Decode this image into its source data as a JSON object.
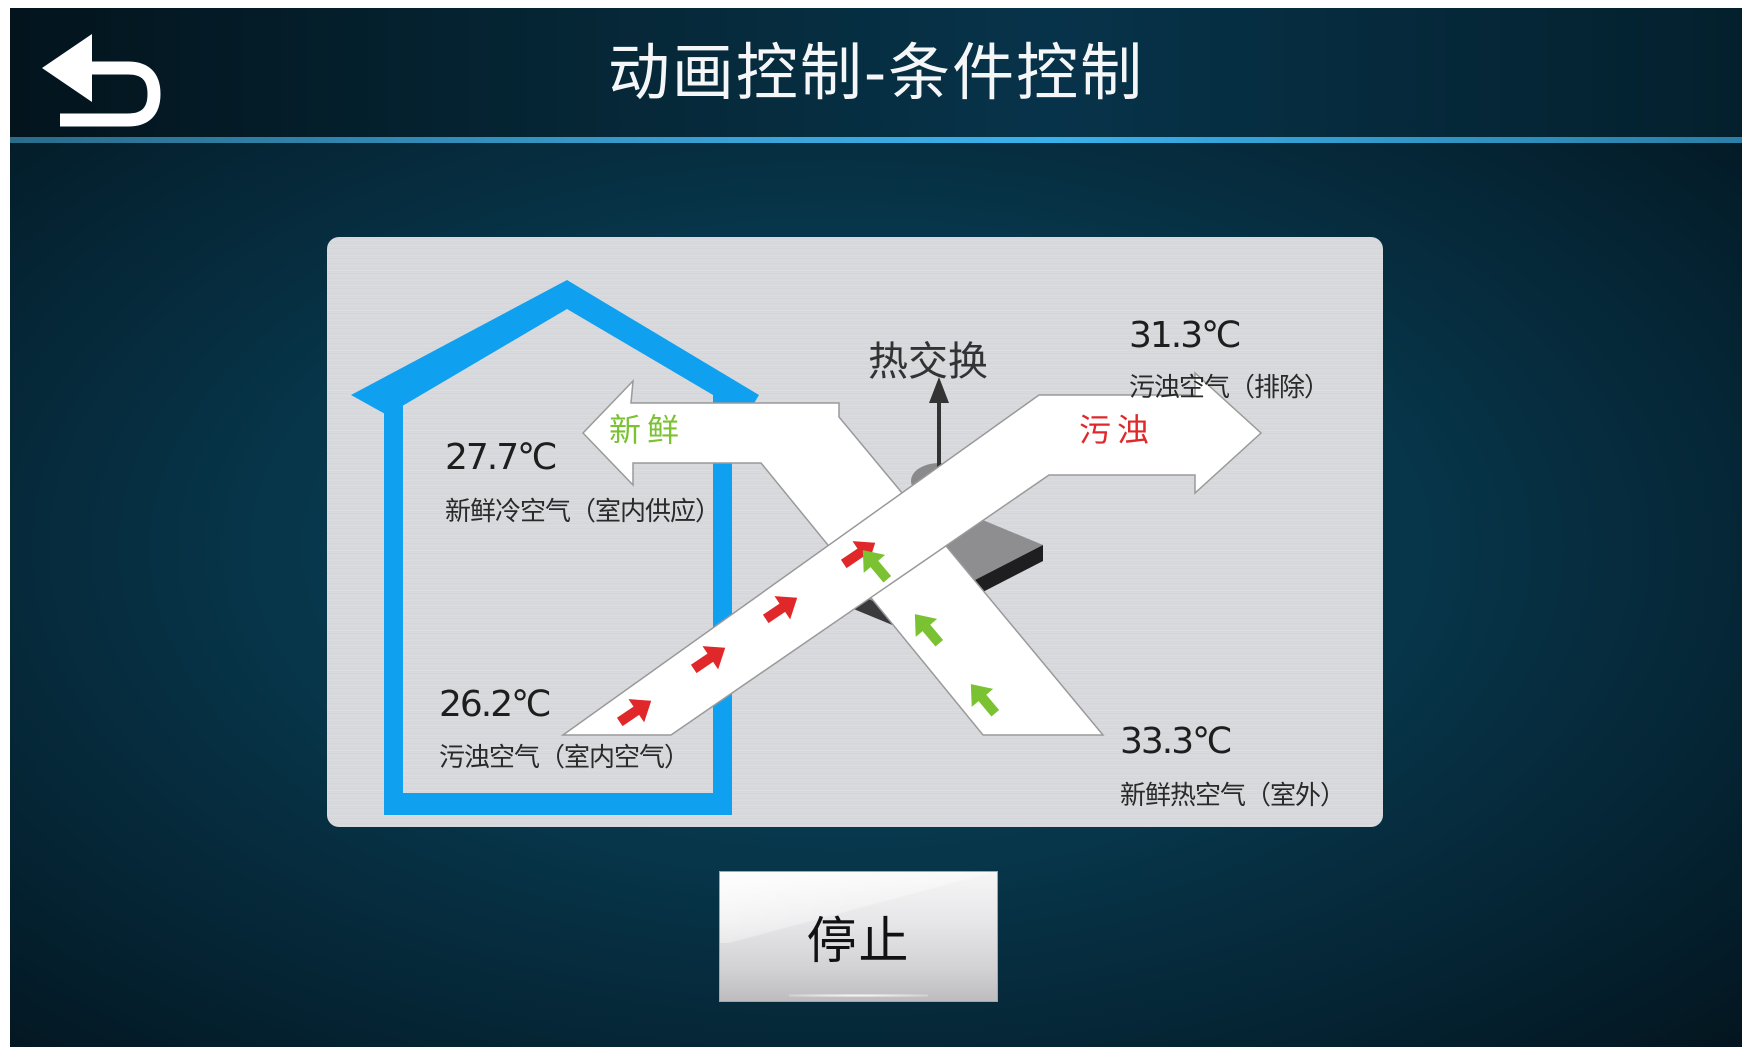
{
  "header": {
    "title": "动画控制-条件控制",
    "back_icon": "back-arrow-icon"
  },
  "diagram": {
    "exchange_label": "热交换",
    "flow_labels": {
      "fresh": "新鲜",
      "dirty": "污浊"
    },
    "readings": [
      {
        "id": "indoor-supply",
        "temperature": "27.7℃",
        "description": "新鲜冷空气（室内供应）"
      },
      {
        "id": "indoor-return",
        "temperature": "26.2℃",
        "description": "污浊空气（室内空气）"
      },
      {
        "id": "exhaust",
        "temperature": "31.3℃",
        "description": "污浊空气（排除）"
      },
      {
        "id": "outdoor-intake",
        "temperature": "33.3℃",
        "description": "新鲜热空气（室外）"
      }
    ],
    "colors": {
      "house": "#10a0f0",
      "fresh": "#7ac231",
      "dirty": "#e0282a",
      "duct": "#ffffff"
    }
  },
  "controls": {
    "stop_label": "停止"
  }
}
